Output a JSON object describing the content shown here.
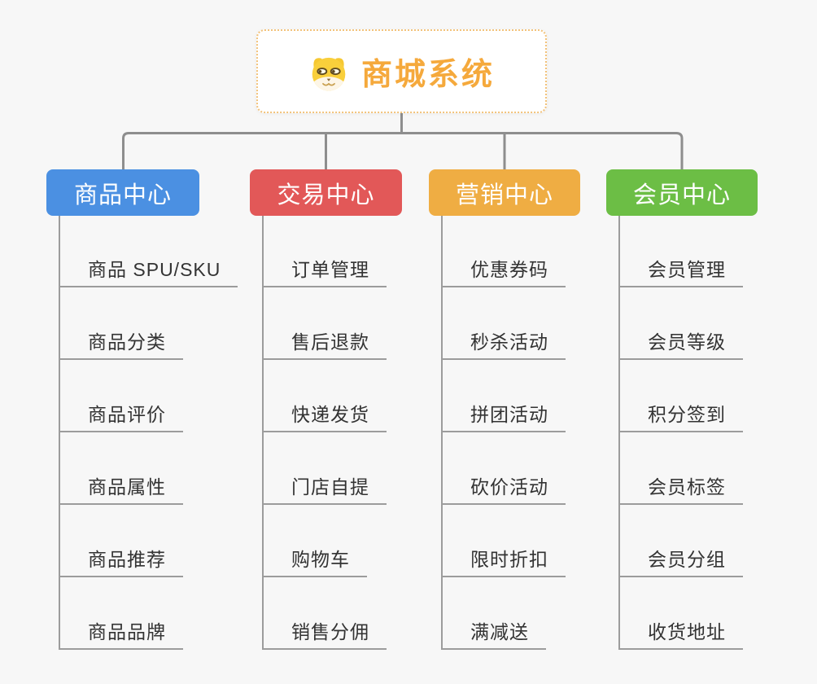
{
  "page": {
    "background_color": "#f7f7f7",
    "connector_color": "#8e8e8e",
    "line_color": "#9c9c9c"
  },
  "root": {
    "title": "商城系统",
    "title_color": "#f5a93c",
    "border_color": "#f2c27a",
    "icon": "doge-icon"
  },
  "branches": [
    {
      "id": "product-center",
      "label": "商品中心",
      "color": "#4b90e2",
      "children": [
        "商品 SPU/SKU",
        "商品分类",
        "商品评价",
        "商品属性",
        "商品推荐",
        "商品品牌"
      ]
    },
    {
      "id": "trade-center",
      "label": "交易中心",
      "color": "#e25858",
      "children": [
        "订单管理",
        "售后退款",
        "快递发货",
        "门店自提",
        "购物车",
        "销售分佣"
      ]
    },
    {
      "id": "marketing-center",
      "label": "营销中心",
      "color": "#efad43",
      "children": [
        "优惠券码",
        "秒杀活动",
        "拼团活动",
        "砍价活动",
        "限时折扣",
        "满减送"
      ]
    },
    {
      "id": "member-center",
      "label": "会员中心",
      "color": "#6cbe45",
      "children": [
        "会员管理",
        "会员等级",
        "积分签到",
        "会员标签",
        "会员分组",
        "收货地址"
      ]
    }
  ]
}
